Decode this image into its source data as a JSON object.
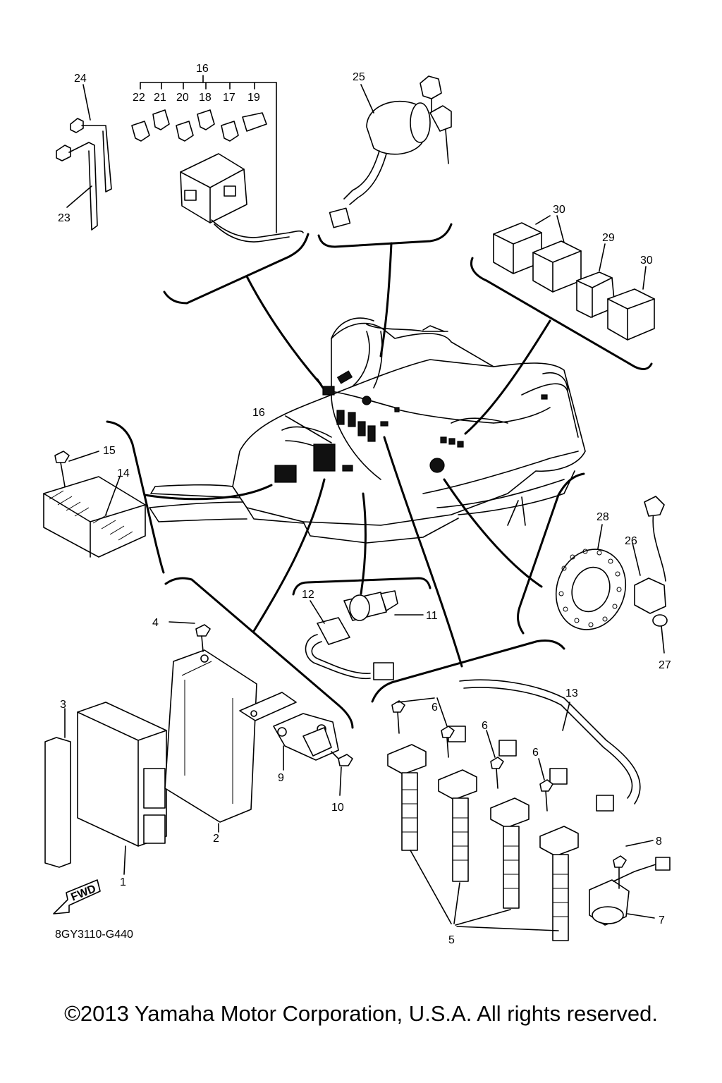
{
  "diagram": {
    "callouts": {
      "p1": "1",
      "p2": "2",
      "p3": "3",
      "p4": "4",
      "p5": "5",
      "p6a": "6",
      "p6b": "6",
      "p6c": "6",
      "p7": "7",
      "p8": "8",
      "p9": "9",
      "p10": "10",
      "p11": "11",
      "p12": "12",
      "p13": "13",
      "p14": "14",
      "p15": "15",
      "p16_top": "16",
      "p16_main": "16",
      "p17": "17",
      "p18": "18",
      "p19": "19",
      "p20": "20",
      "p21": "21",
      "p22": "22",
      "p23": "23",
      "p24": "24",
      "p25": "25",
      "p26": "26",
      "p27": "27",
      "p28": "28",
      "p29": "29",
      "p30a": "30",
      "p30b": "30"
    },
    "fwd_label": "FWD",
    "diagram_code": "8GY3110-G440",
    "copyright": "©2013 Yamaha Motor Corporation, U.S.A. All rights reserved."
  }
}
